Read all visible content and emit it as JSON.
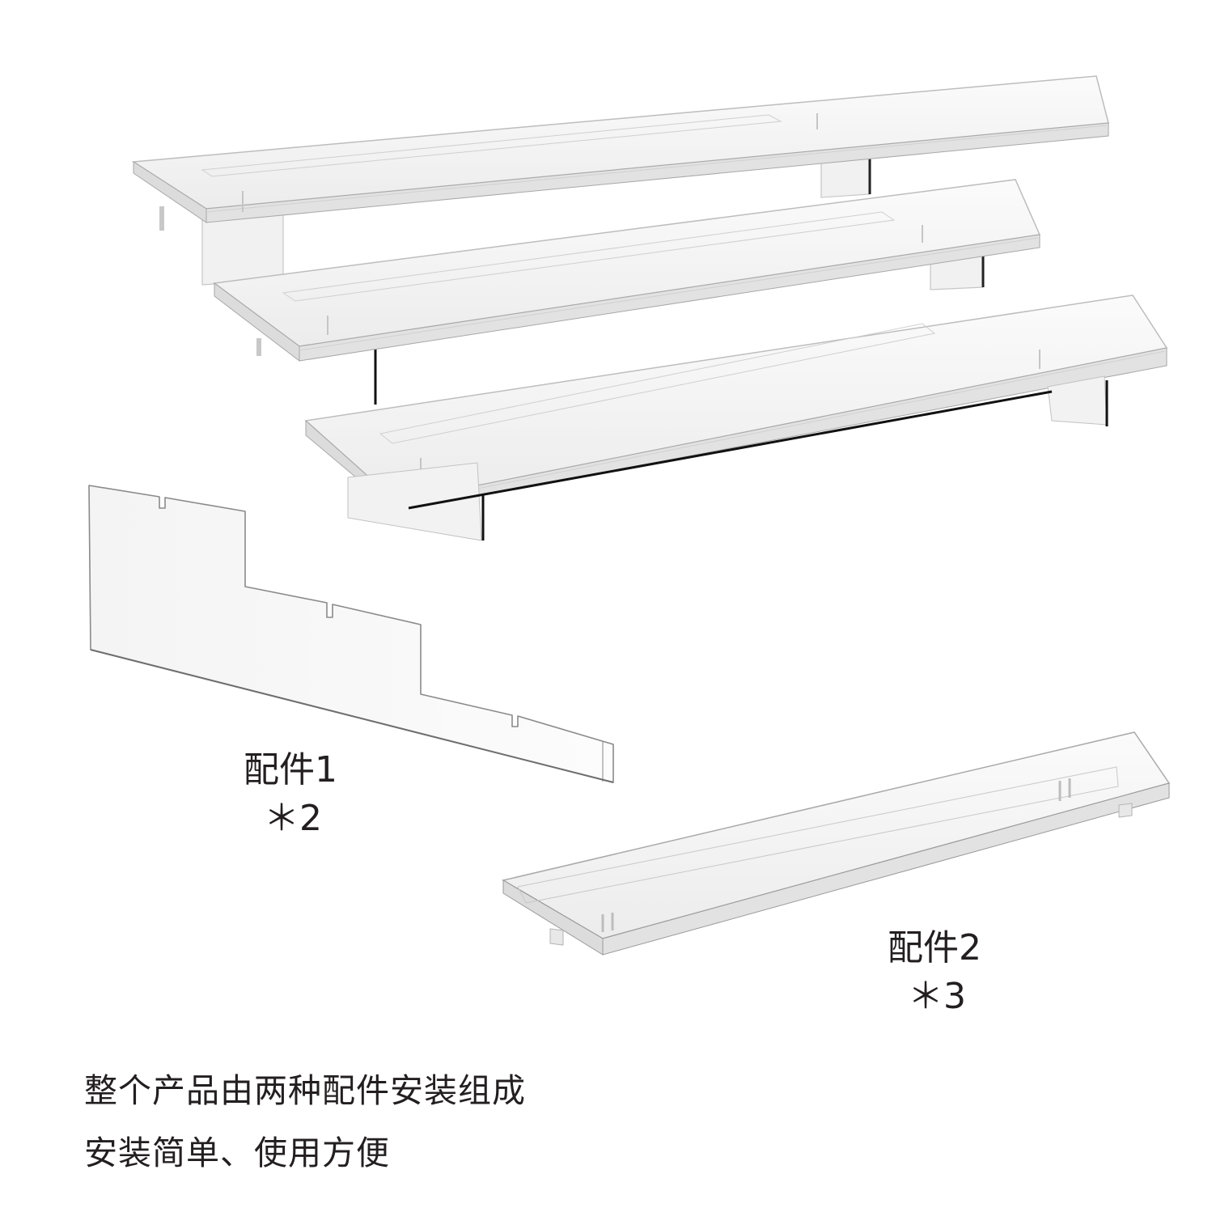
{
  "part1": {
    "name": "配件1",
    "qty": "＊2"
  },
  "part2": {
    "name": "配件2",
    "qty": "＊3"
  },
  "caption": {
    "line1": "整个产品由两种配件安装组成",
    "line2": "安装简单、使用方便"
  }
}
